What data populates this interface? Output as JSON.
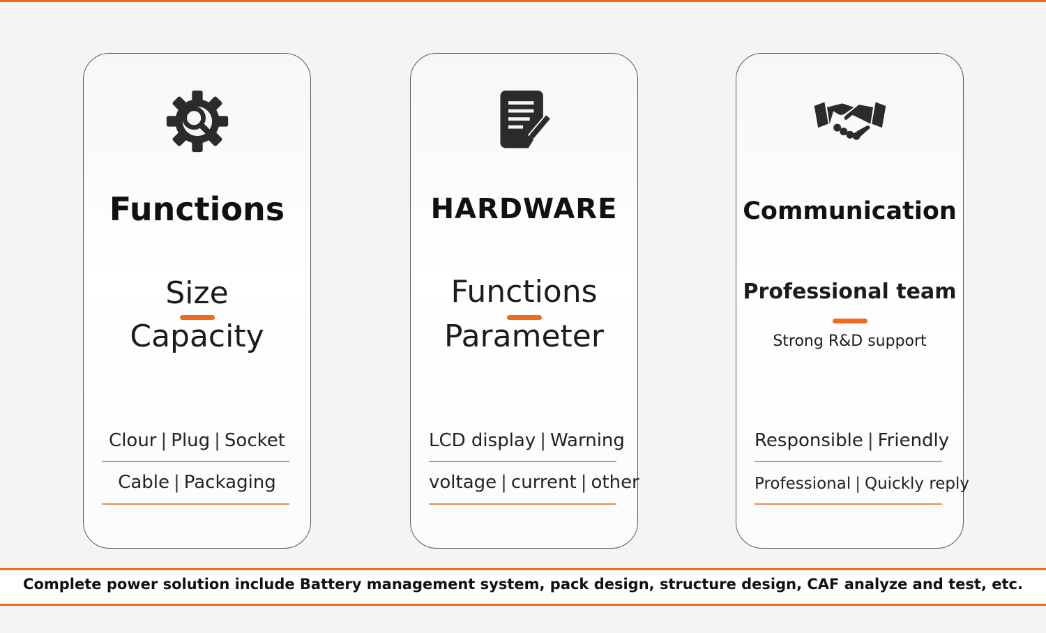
{
  "cards": [
    {
      "icon": "gear-wrench-icon",
      "heading": "Functions",
      "line1": "Size",
      "line2": "Capacity",
      "row1": [
        "Clour",
        "Plug",
        "Socket"
      ],
      "row2": [
        "Cable",
        "Packaging"
      ]
    },
    {
      "icon": "document-edit-icon",
      "heading": "HARDWARE",
      "line1": "Functions",
      "line2": "Parameter",
      "row1": [
        "LCD display",
        "Warning"
      ],
      "row2": [
        "voltage",
        "current",
        "other"
      ]
    },
    {
      "icon": "handshake-icon",
      "heading": "Communication",
      "line1": "Professional team",
      "line2": "Strong R&D support",
      "row1": [
        "Responsible",
        "Friendly"
      ],
      "row2": [
        "Professional",
        "Quickly reply"
      ]
    }
  ],
  "footer": {
    "text": "Complete power solution include Battery management system, pack design, structure design, CAF analyze and test, etc."
  },
  "colors": {
    "accent": "#ef6a1c",
    "text": "#111111",
    "background": "#f4f4f5"
  }
}
